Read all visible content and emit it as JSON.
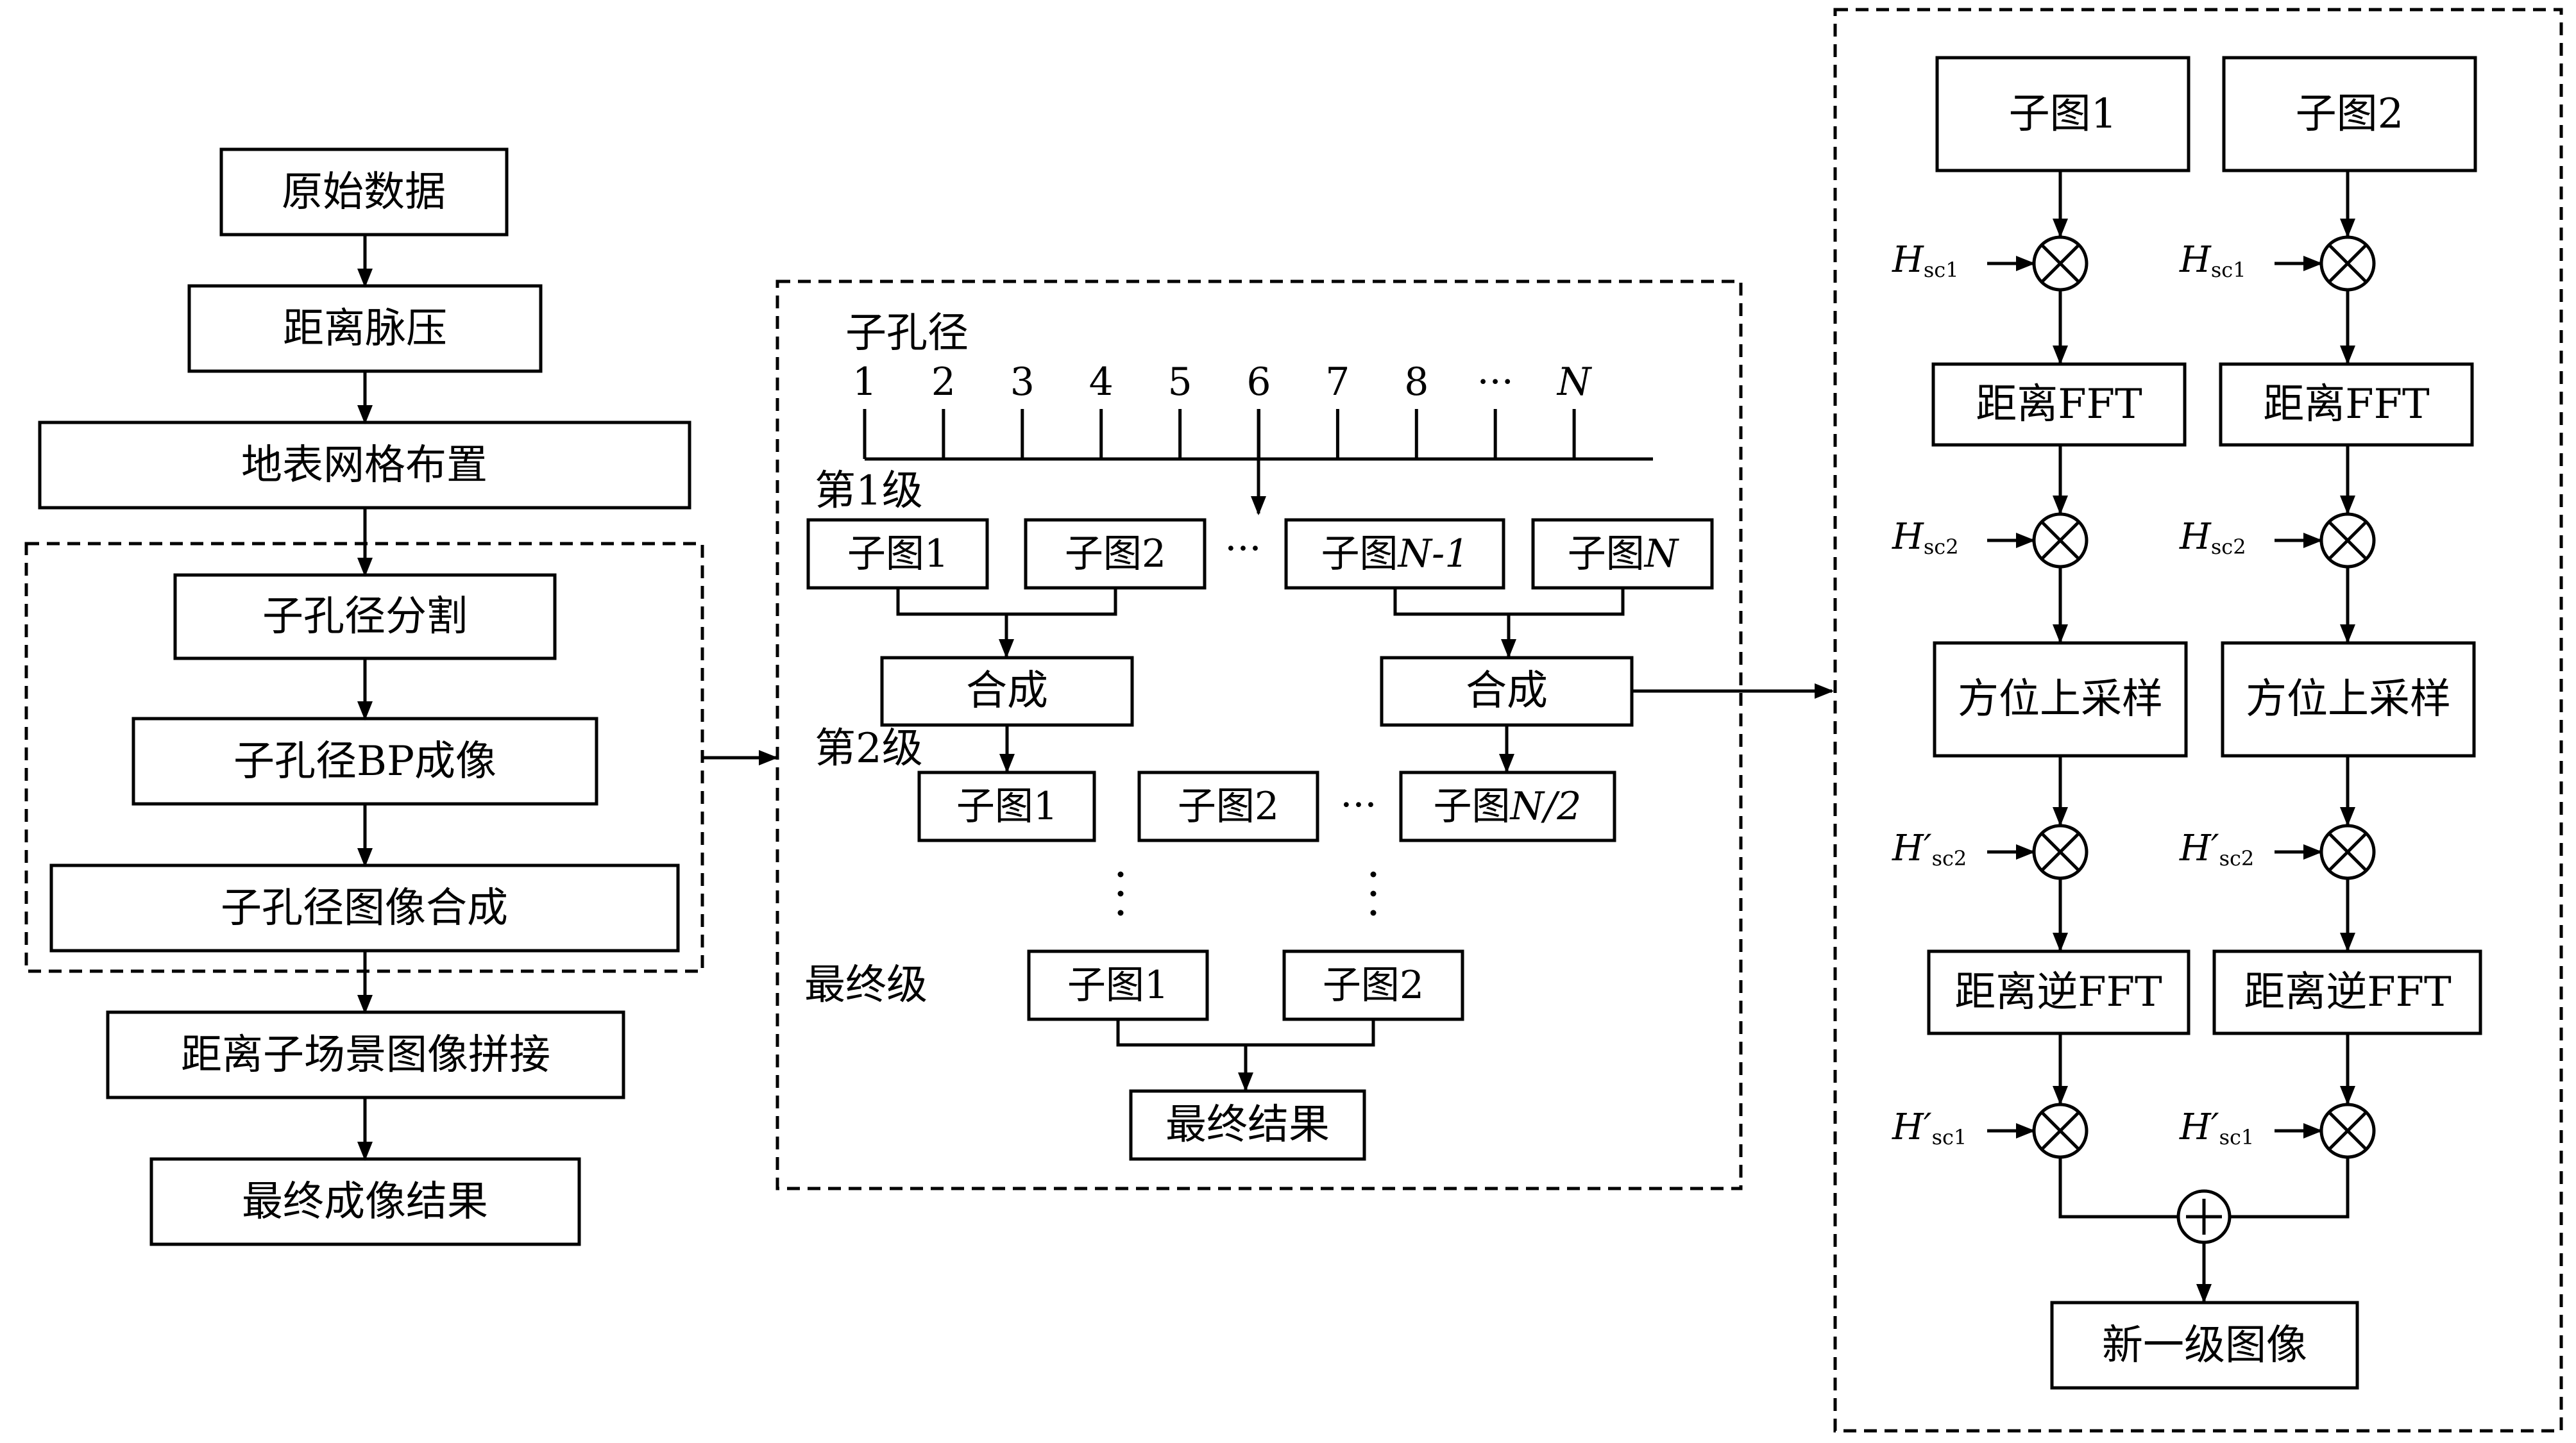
{
  "left_flow": {
    "raw_data": "原始数据",
    "range_compress": "距离脉压",
    "ground_grid": "地表网格布置",
    "sub_aperture_split": "子孔径分割",
    "sub_aperture_bp": "子孔径BP成像",
    "sub_aperture_merge": "子孔径图像合成",
    "subscene_mosaic": "距离子场景图像拼接",
    "final_imaging": "最终成像结果"
  },
  "middle": {
    "aperture_label": "子孔径",
    "ticks": [
      "1",
      "2",
      "3",
      "4",
      "5",
      "6",
      "7",
      "8",
      "···",
      "N"
    ],
    "level1_label": "第1级",
    "level1_boxes": [
      {
        "pre": "子图",
        "val": "1"
      },
      {
        "pre": "子图",
        "val": "2"
      },
      {
        "pre": "子图",
        "val": "N-1"
      },
      {
        "pre": "子图",
        "val": "N"
      }
    ],
    "combine_label": "合成",
    "level2_label": "第2级",
    "level2_boxes": [
      {
        "pre": "子图",
        "val": "1"
      },
      {
        "pre": "子图",
        "val": "2"
      },
      {
        "pre": "子图",
        "val": "N/2"
      }
    ],
    "final_level_label": "最终级",
    "final_level_boxes": [
      {
        "pre": "子图",
        "val": "1"
      },
      {
        "pre": "子图",
        "val": "2"
      }
    ],
    "final_result": "最终结果",
    "dots_h": "···"
  },
  "right": {
    "sub1": "子图1",
    "sub2": "子图2",
    "range_fft": "距离FFT",
    "azimuth_upsample": "方位上采样",
    "range_ifft": "距离逆FFT",
    "new_level_image": "新一级图像",
    "H": "H",
    "H_prime": "H′",
    "sc1": "sc1",
    "sc2": "sc2",
    "multiply_symbol": "⊗",
    "add_symbol": "⊕"
  }
}
